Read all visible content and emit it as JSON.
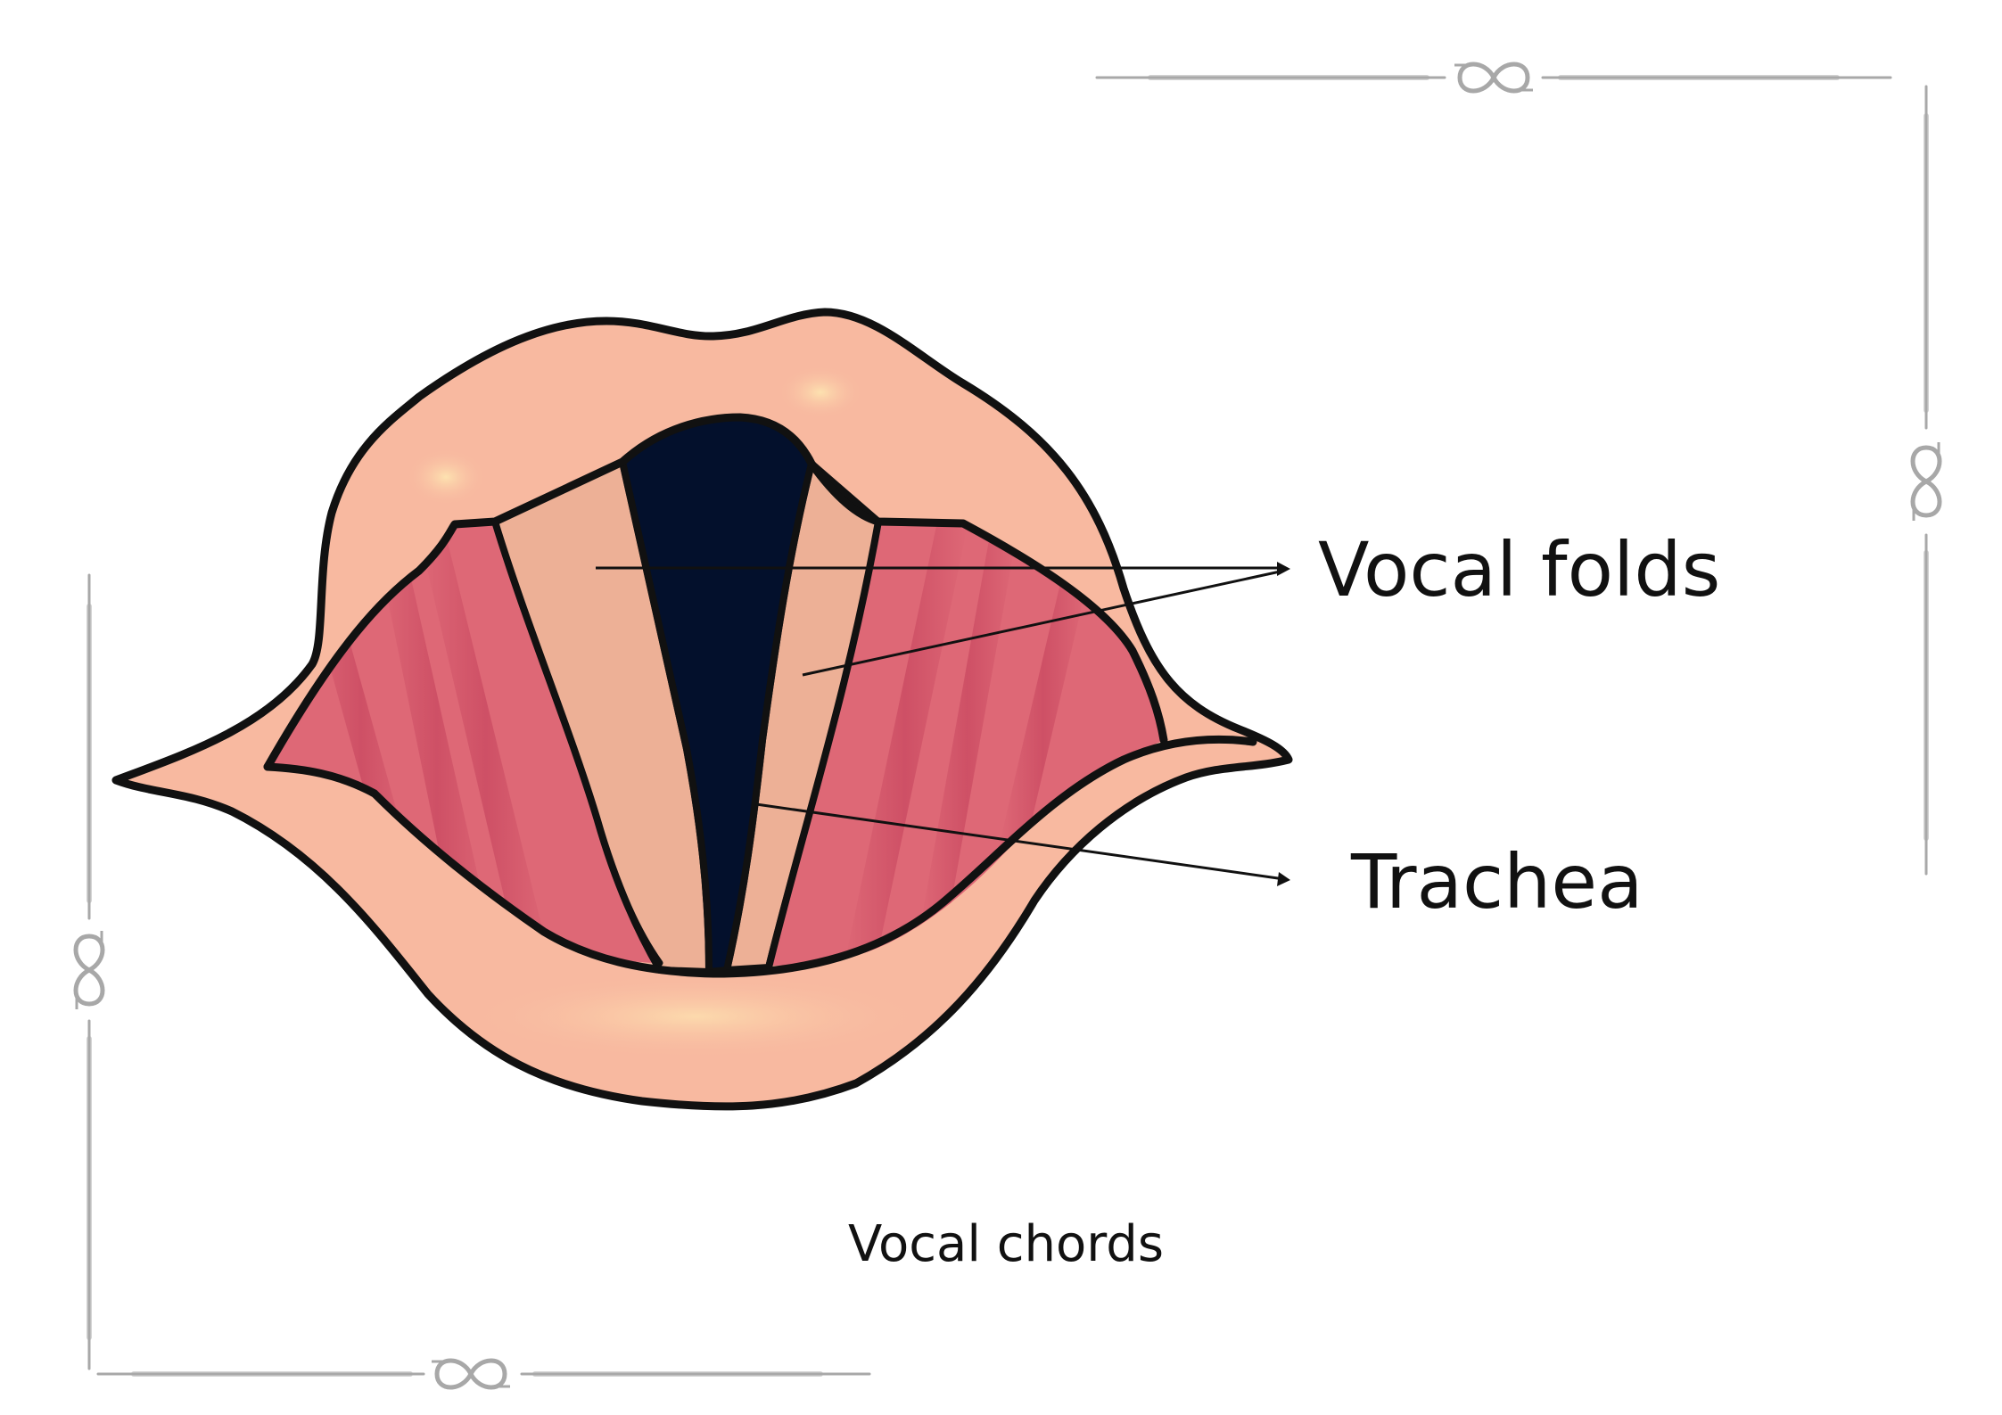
{
  "labels": {
    "vocal_folds": "Vocal folds",
    "trachea": "Trachea",
    "caption": "Vocal chords"
  },
  "colors": {
    "outline": "#111111",
    "outer_tissue": "#F8B9A0",
    "outer_highlight": "#FCD3A8",
    "vocal_fold": "#EDB096",
    "muscle": "#DE6876",
    "muscle_stripe": "#C94860",
    "trachea": "#03102C",
    "frame": "#A8A8A8"
  },
  "icons": {
    "frame_ornament": "infinity-knot-icon"
  }
}
